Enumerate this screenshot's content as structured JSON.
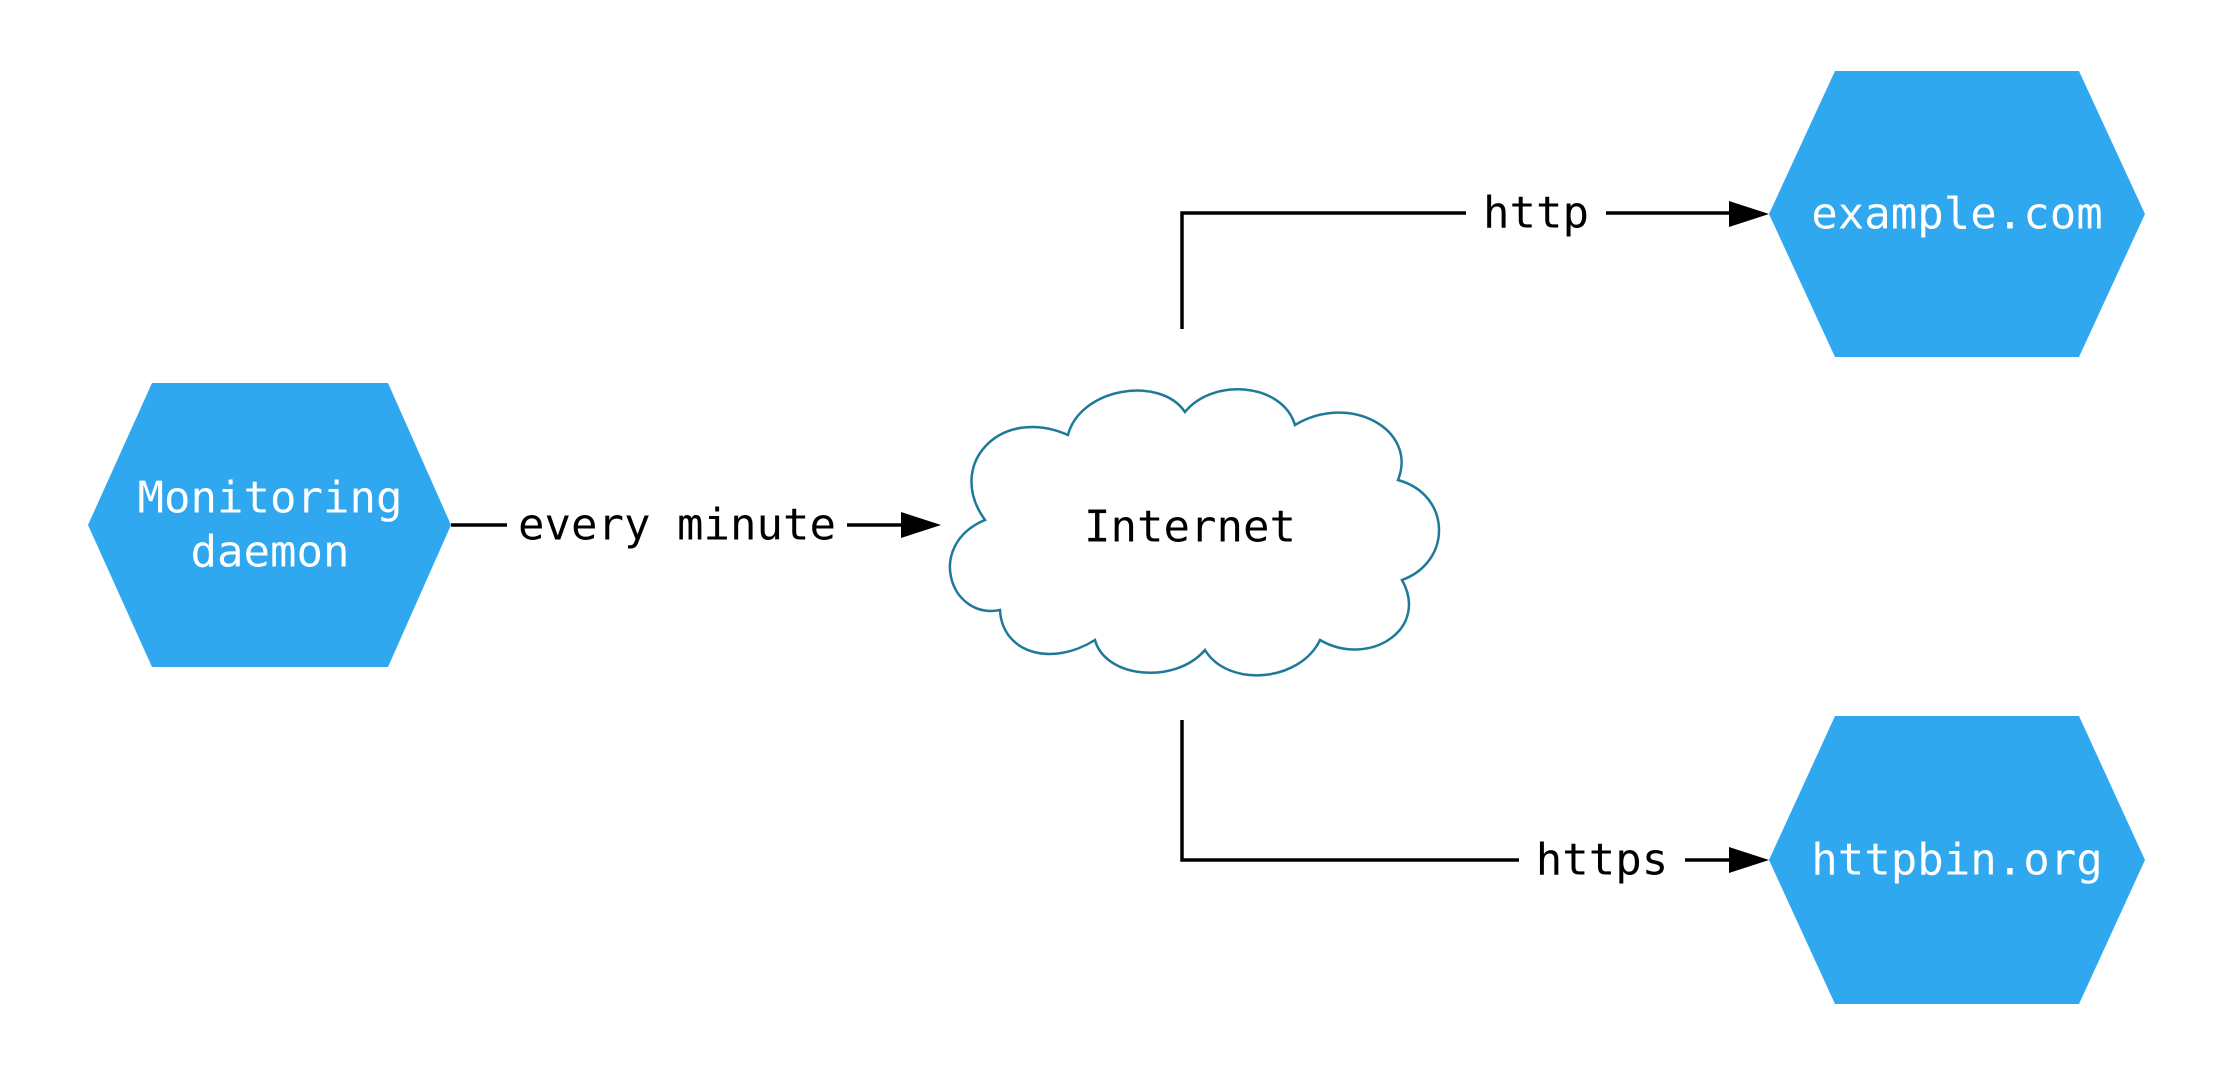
{
  "diagram": {
    "type": "network-topology",
    "nodes": {
      "monitoring_daemon": {
        "shape": "hexagon",
        "label_line1": "Monitoring",
        "label_line2": "daemon"
      },
      "internet": {
        "shape": "cloud",
        "label": "Internet"
      },
      "example_com": {
        "shape": "hexagon",
        "label": "example.com"
      },
      "httpbin_org": {
        "shape": "hexagon",
        "label": "httpbin.org"
      }
    },
    "edges": [
      {
        "from": "monitoring_daemon",
        "to": "internet",
        "label": "every minute"
      },
      {
        "from": "internet",
        "to": "example_com",
        "label": "http"
      },
      {
        "from": "internet",
        "to": "httpbin_org",
        "label": "https"
      }
    ],
    "colors": {
      "node_fill": "#2FA8F0",
      "node_text": "#FFFFFF",
      "edge_color": "#000000",
      "cloud_stroke": "#1F7A99",
      "cloud_fill": "#FFFFFF",
      "background": "#FFFFFF"
    }
  }
}
